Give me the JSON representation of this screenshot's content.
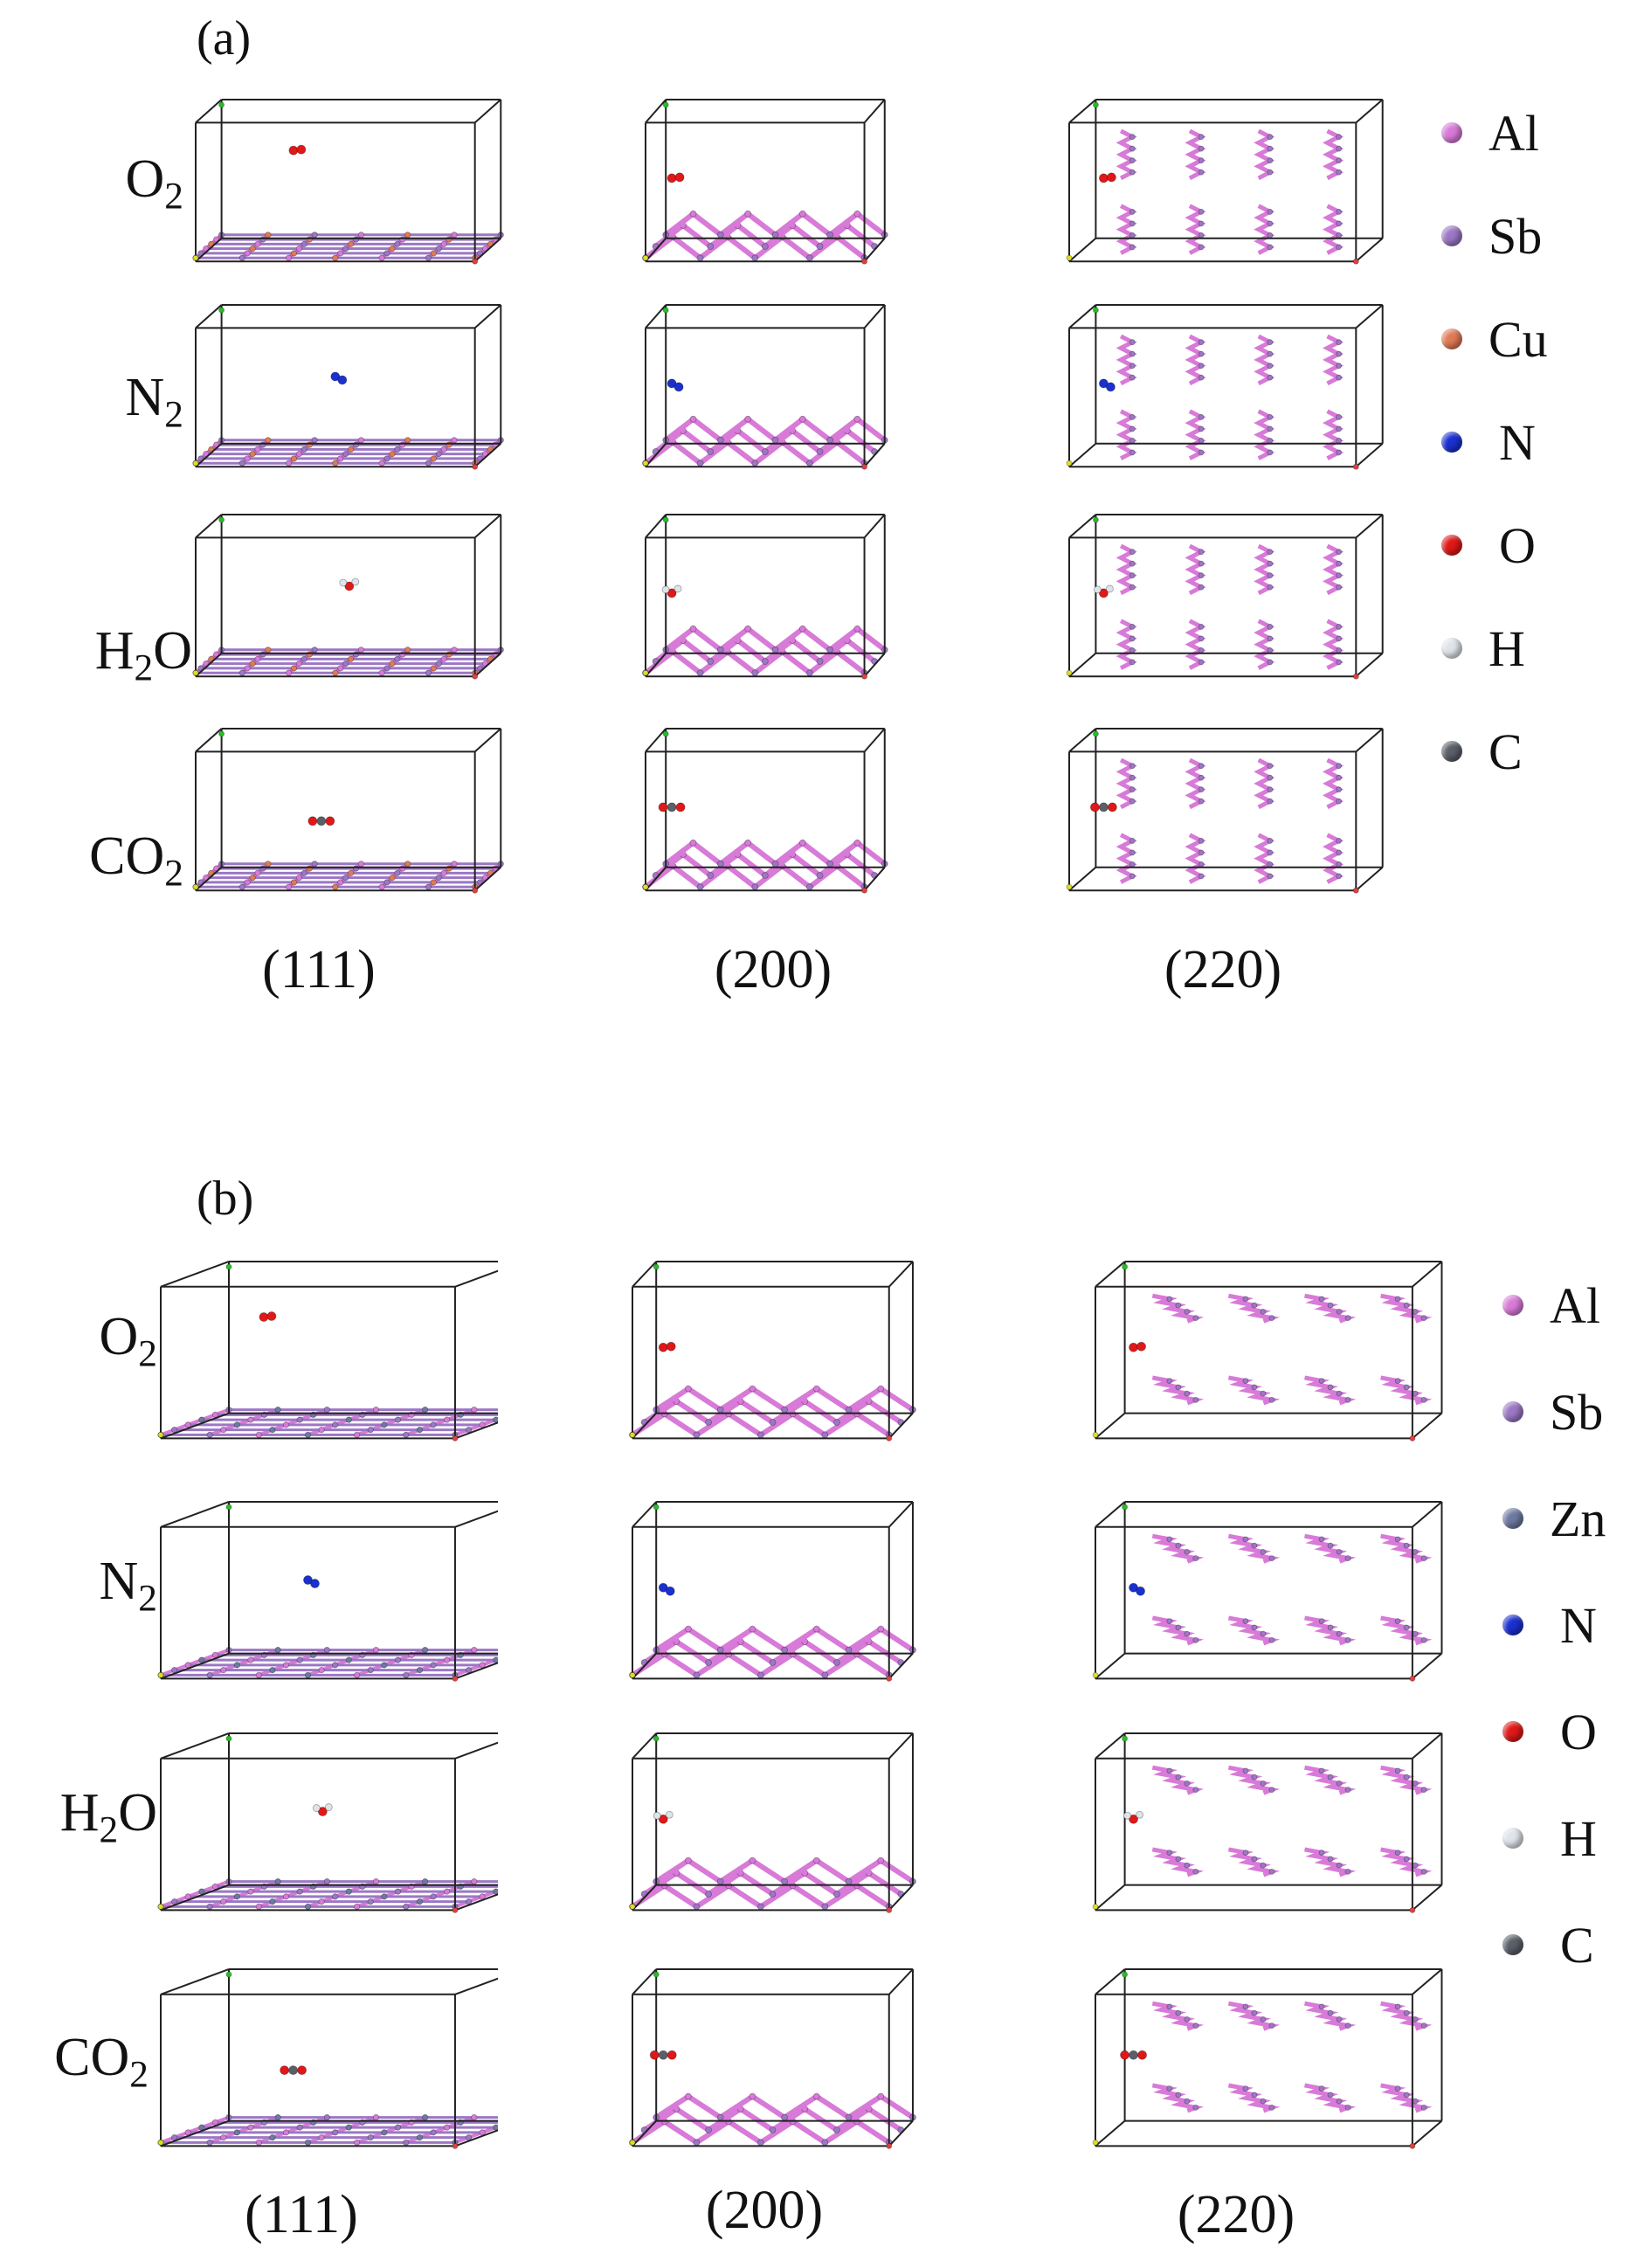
{
  "colors": {
    "Al": "#d87ad8",
    "Sb": "#9b77c4",
    "Cu": "#e07a55",
    "Zn": "#6d7aa0",
    "N": "#1a30d0",
    "O": "#e01818",
    "H": "#dfe3ea",
    "C": "#5a5f68",
    "box": "#222222",
    "axis_a": "#22c022",
    "axis_b": "#dddd22",
    "axis_c": "#e04040"
  },
  "panels": [
    {
      "label": "(a)",
      "substrate": "Cu",
      "rows": [
        {
          "base": "O",
          "sub": "2"
        },
        {
          "base": "N",
          "sub": "2"
        },
        {
          "base": "H",
          "sub": "2",
          "tail": "O"
        },
        {
          "base": "CO",
          "sub": "2"
        }
      ],
      "cols": [
        "(111)",
        "(200)",
        "(220)"
      ],
      "molecules": [
        "O2",
        "N2",
        "H2O",
        "CO2"
      ],
      "legend": [
        "Al",
        "Sb",
        "Cu",
        "N",
        "O",
        "H",
        "C"
      ]
    },
    {
      "label": "(b)",
      "substrate": "Zn",
      "rows": [
        {
          "base": "O",
          "sub": "2"
        },
        {
          "base": "N",
          "sub": "2"
        },
        {
          "base": "H",
          "sub": "2",
          "tail": "O"
        },
        {
          "base": "CO",
          "sub": "2"
        }
      ],
      "cols": [
        "(111)",
        "(200)",
        "(220)"
      ],
      "molecules": [
        "O2",
        "N2",
        "H2O",
        "CO2"
      ],
      "legend": [
        "Al",
        "Sb",
        "Zn",
        "N",
        "O",
        "H",
        "C"
      ]
    }
  ]
}
